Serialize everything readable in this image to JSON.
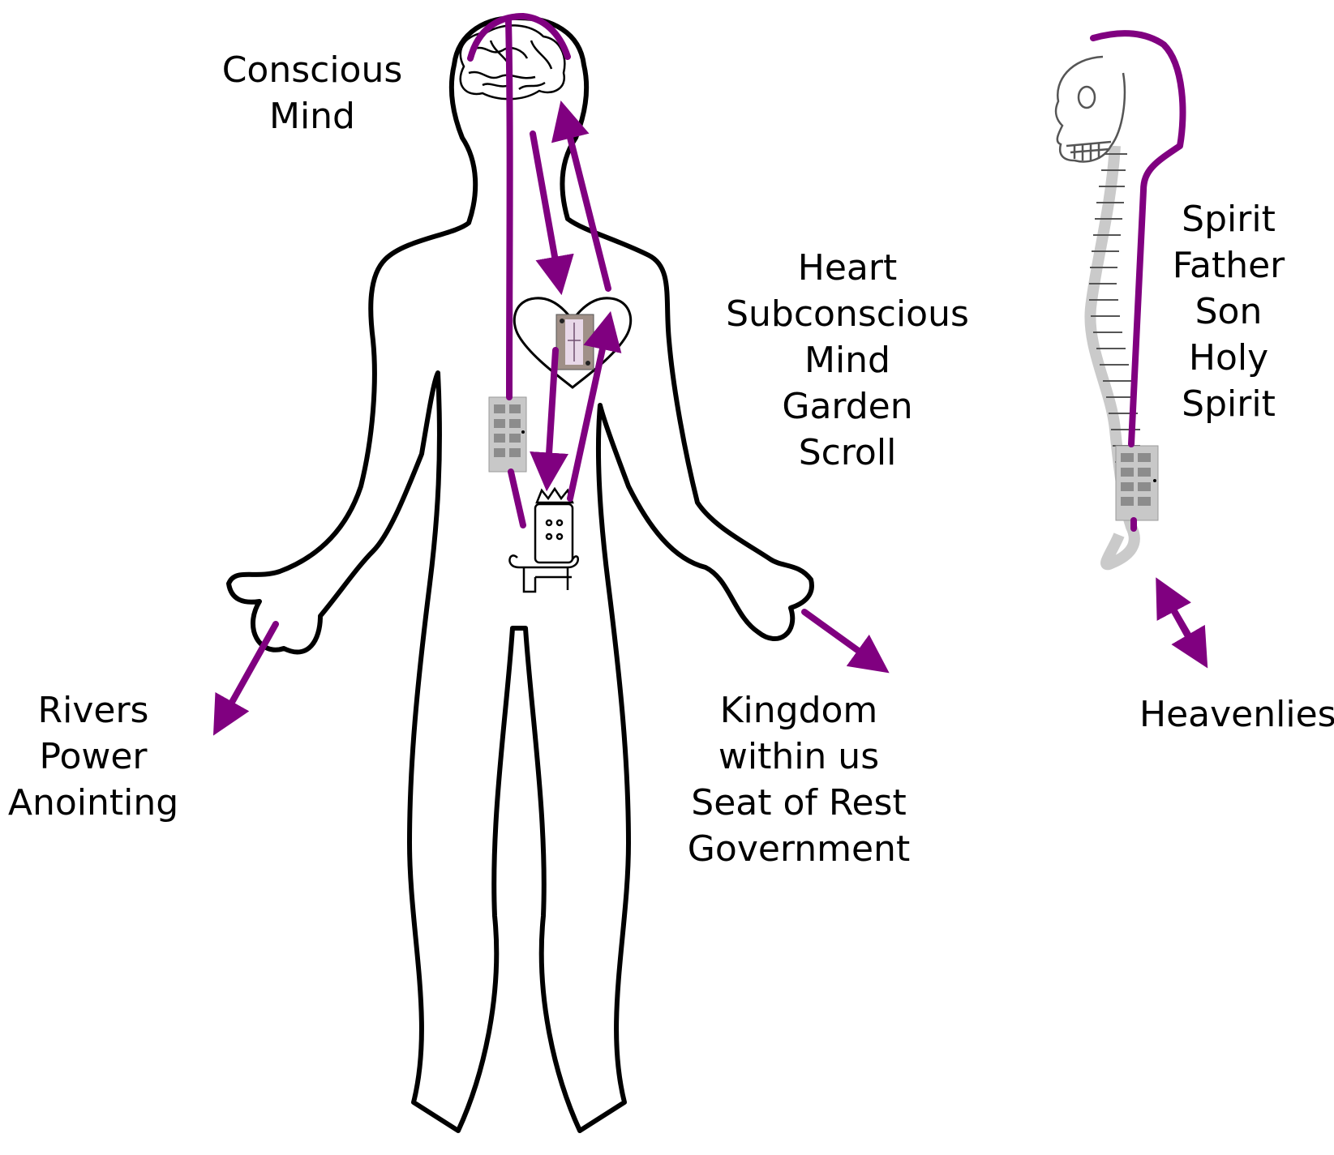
{
  "colors": {
    "accent": "#800080",
    "outline": "#000000",
    "door": "#c8c8c8",
    "door_panel": "#8c8c8c",
    "background": "#ffffff"
  },
  "labels": {
    "conscious_mind": [
      "Conscious",
      "Mind"
    ],
    "heart": [
      "Heart",
      "Subconscious",
      "Mind",
      "Garden",
      "Scroll"
    ],
    "spirit": [
      "Spirit",
      "Father",
      "Son",
      "Holy",
      "Spirit"
    ],
    "rivers": [
      "Rivers",
      "Power",
      "Anointing"
    ],
    "kingdom": [
      "Kingdom",
      "within us",
      "Seat of Rest",
      "Government"
    ],
    "heavenlies": [
      "Heavenlies"
    ]
  },
  "icons": [
    "brain-icon",
    "heart-icon",
    "scroll-icon",
    "door-icon",
    "throne-icon",
    "skull-icon",
    "spine-icon"
  ]
}
